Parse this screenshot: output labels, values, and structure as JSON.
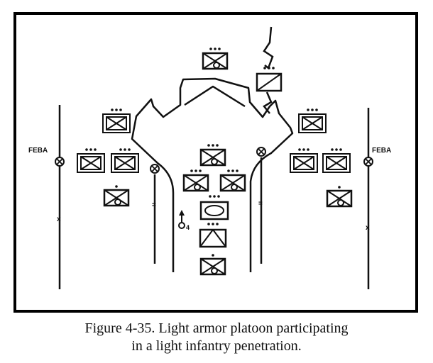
{
  "caption": {
    "line1": "Figure 4-35.  Light armor platoon participating",
    "line2": "in a light infantry penetration."
  },
  "labels": {
    "feba_left": "FEBA",
    "feba_right": "FEBA",
    "boundary_left": "x",
    "boundary_right": "x",
    "phase_left": "=",
    "phase_right": "=",
    "leader_sub": "4"
  },
  "colors": {
    "ink": "#111111",
    "frame": "#000000",
    "background": "#ffffff"
  }
}
